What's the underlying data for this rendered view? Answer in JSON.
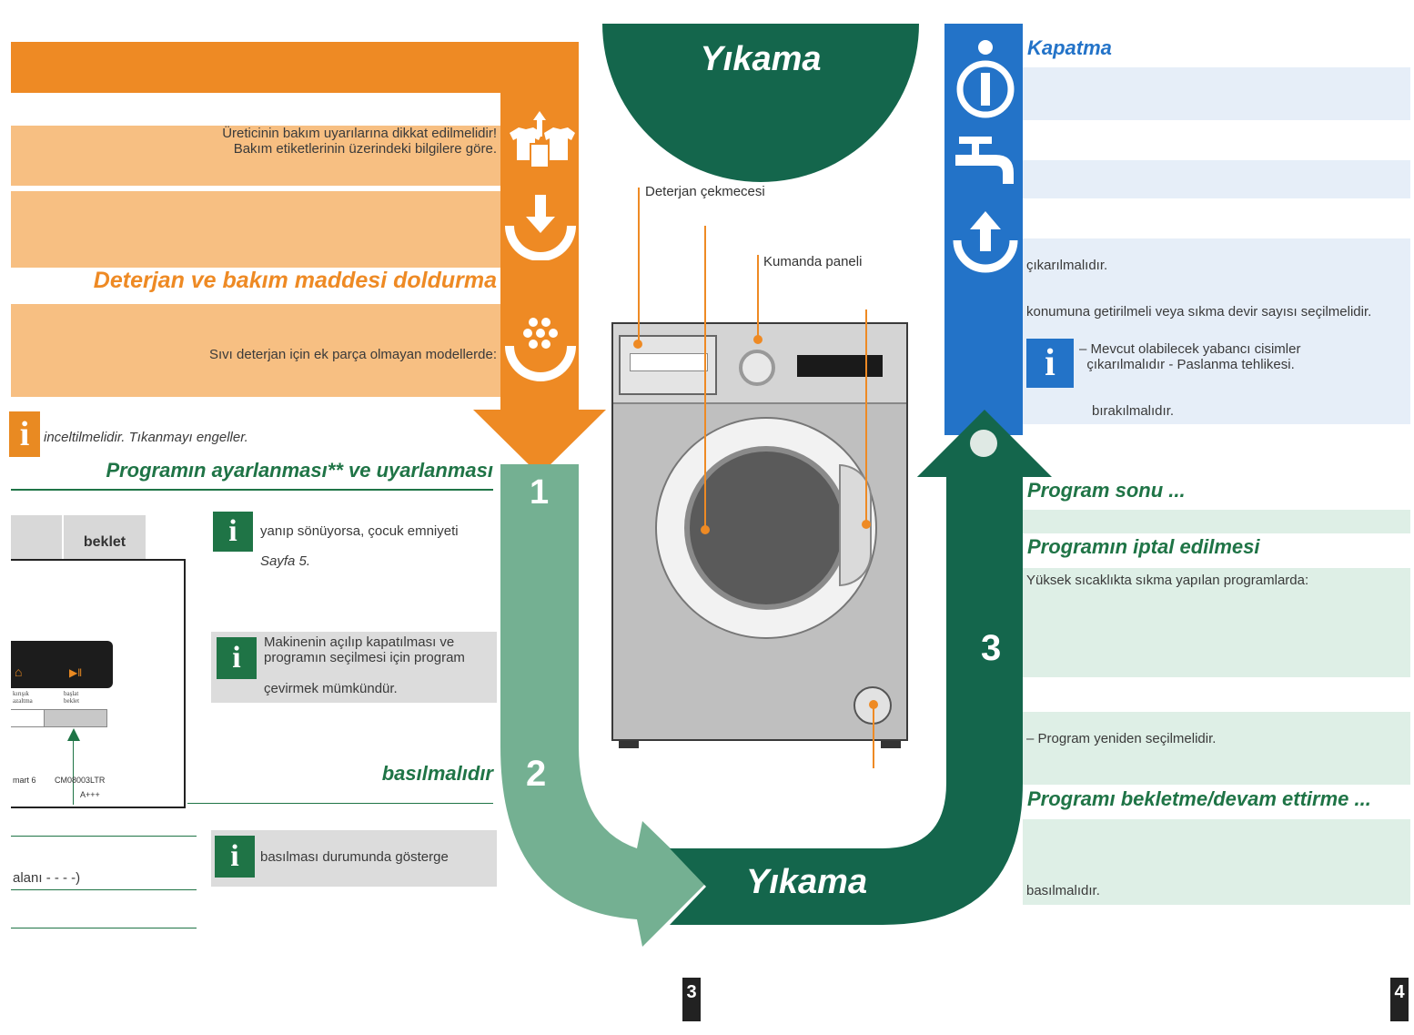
{
  "colors": {
    "orange": "#ee8a24",
    "orange_light": "#f7bf82",
    "green_dark": "#14664c",
    "green_light": "#74b092",
    "blue": "#2373c8",
    "blue_light": "#e6eef8",
    "green_pale": "#deefe6"
  },
  "left": {
    "care_text": [
      "Üreticinin bakım uyarılarına dikkat edilmelidir!",
      "Bakım etiketlerinin üzerindeki bilgilere göre."
    ],
    "detergent_heading": "Deterjan ve bakım maddesi doldurma",
    "liquid_text": "Sıvı deterjan için ek parça olmayan modellerde:",
    "info_orange_text": "inceltilmelidir. Tıkanmayı engeller.",
    "program_heading": "Programın ayarlanması** ve uyarlanması",
    "tab_label": "beklet",
    "info1_text": "yanıp sönüyorsa, çocuk emniyeti",
    "info1_ref": "Sayfa 5.",
    "info2_lines": [
      "Makinenin açılıp kapatılması ve",
      "programın seçilmesi için program",
      "çevirmek mümkündür."
    ],
    "pressed_heading": "basılmalıdır",
    "info3_text": "basılması durumunda gösterge",
    "alani_text": "alanı - - - -)",
    "panel": {
      "label_left_1": "kırışık",
      "label_left_2": "azaltma",
      "label_right_1": "başlat",
      "label_right_2": "beklet",
      "model_left": "mart 6",
      "model_right": "CM08003LTR",
      "energy": "A+++"
    }
  },
  "center": {
    "top_title": "Yıkama",
    "bottom_title": "Yıkama",
    "label_drawer": "Deterjan çekmecesi",
    "label_panel": "Kumanda paneli",
    "step1": "1",
    "step2": "2",
    "step3": "3"
  },
  "right": {
    "kapatma_heading": "Kapatma",
    "cikarilmali": "çıkarılmalıdır.",
    "konumuna": "konumuna getirilmeli veya sıkma devir sayısı seçilmelidir.",
    "mevcut_lines": [
      "– Mevcut olabilecek yabancı cisimler",
      "  çıkarılmalıdır - Paslanma tehlikesi."
    ],
    "birakilmali": "bırakılmalıdır.",
    "program_sonu": "Program sonu ...",
    "iptal_heading": "Programın iptal edilmesi",
    "yuksek_text": "Yüksek sıcaklıkta sıkma yapılan programlarda:",
    "yeniden_text": "– Program yeniden seçilmelidir.",
    "bekletme_heading": "Programı bekletme/devam ettirme ...",
    "basilmali_text": "basılmalıdır."
  },
  "footer": {
    "page_left": "3",
    "page_right": "4"
  }
}
